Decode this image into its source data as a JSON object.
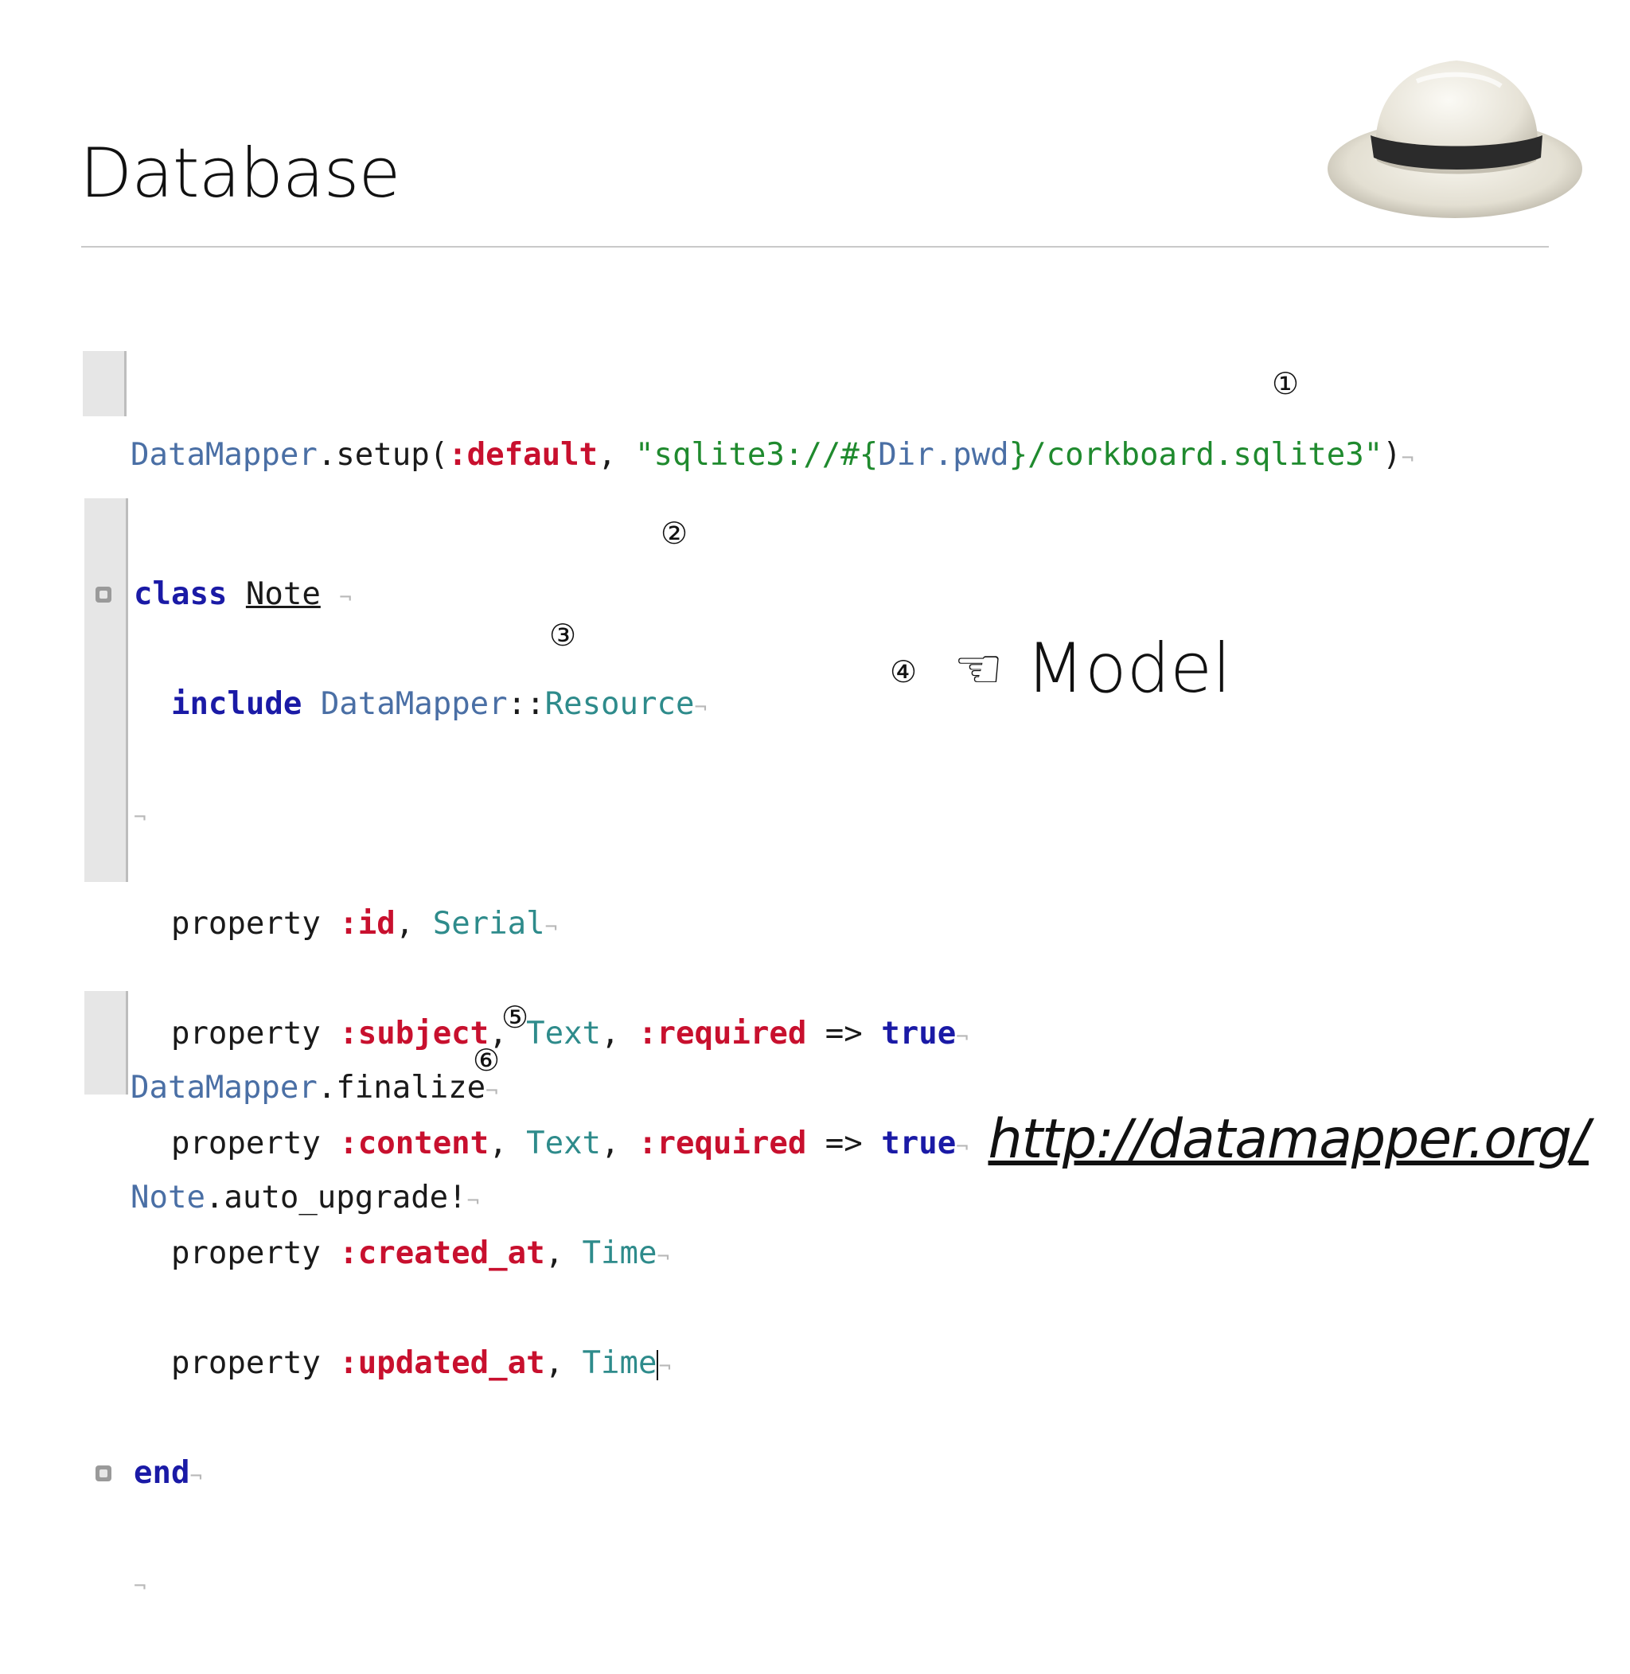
{
  "slide": {
    "title": "Database",
    "model_label": "Model",
    "hand_icon": "pointing-left-hand",
    "url": "http://datamapper.org/"
  },
  "code": {
    "setup": {
      "const": "DataMapper",
      "method": ".setup(",
      "symbol": ":default",
      "sep": ", ",
      "str_open": "\"sqlite3://#{",
      "interp": "Dir.pwd",
      "str_close": "}/corkboard.sqlite3\"",
      "close": ")",
      "pilcrow": "¬"
    },
    "model": {
      "class_kw": "class",
      "class_name": "Note",
      "include_kw": "include",
      "include_mod_a": "DataMapper",
      "include_sep": "::",
      "include_mod_b": "Resource",
      "property_kw": "property",
      "comma": ", ",
      "props": [
        {
          "sym": ":id",
          "type": "Serial",
          "opt": "",
          "arrow": "",
          "val": ""
        },
        {
          "sym": ":subject",
          "type": "Text",
          "opt": ":required",
          "arrow": " => ",
          "val": "true"
        },
        {
          "sym": ":content",
          "type": "Text",
          "opt": ":required",
          "arrow": " => ",
          "val": "true"
        },
        {
          "sym": ":created_at",
          "type": "Time",
          "opt": "",
          "arrow": "",
          "val": ""
        },
        {
          "sym": ":updated_at",
          "type": "Time",
          "opt": "",
          "arrow": "",
          "val": ""
        }
      ],
      "end_kw": "end",
      "pilcrow": "¬"
    },
    "finalize": {
      "const1": "DataMapper",
      "method1": ".finalize",
      "const2": "Note",
      "method2": ".auto_upgrade!",
      "pilcrow": "¬"
    }
  },
  "markers": [
    "①",
    "②",
    "③",
    "④",
    "⑤",
    "⑥"
  ],
  "colors": {
    "constant": "#4a6fa5",
    "symbol": "#c8102e",
    "string": "#1f8a2e",
    "keyword": "#1a1aa6",
    "type": "#2e8b8b"
  }
}
